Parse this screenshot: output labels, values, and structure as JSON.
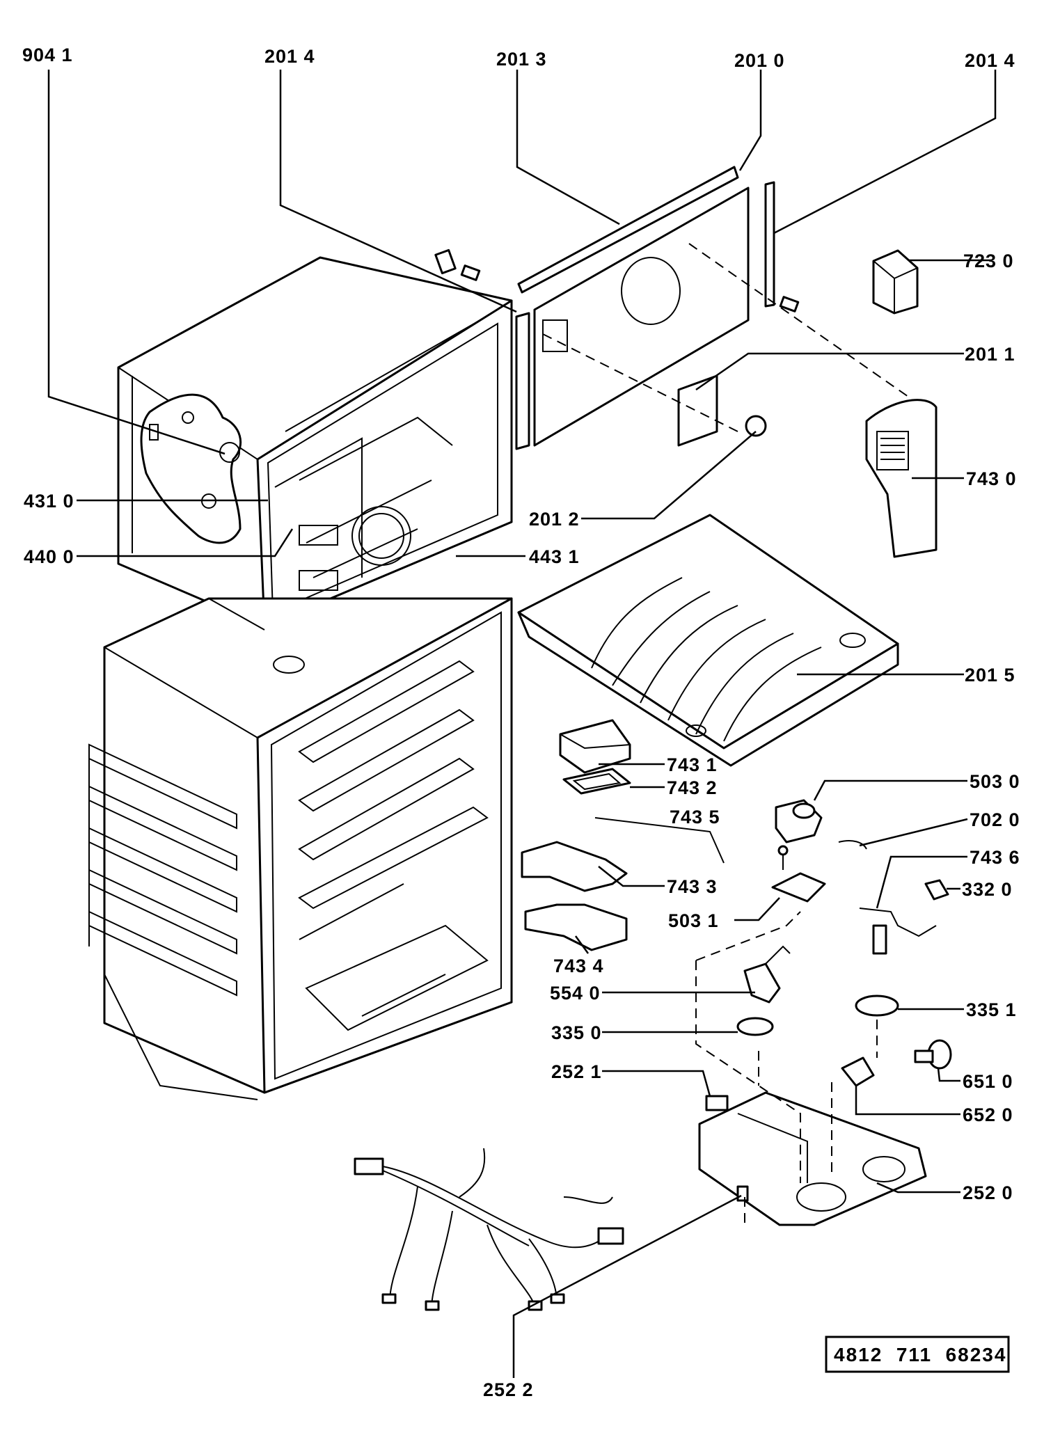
{
  "labels": [
    {
      "id": "9041",
      "text": "904 1"
    },
    {
      "id": "2014a",
      "text": "201 4"
    },
    {
      "id": "2013",
      "text": "201 3"
    },
    {
      "id": "2010",
      "text": "201 0"
    },
    {
      "id": "2014b",
      "text": "201 4"
    },
    {
      "id": "7230",
      "text": "723 0"
    },
    {
      "id": "2011",
      "text": "201 1"
    },
    {
      "id": "7430",
      "text": "743 0"
    },
    {
      "id": "4310",
      "text": "431 0"
    },
    {
      "id": "2012",
      "text": "201 2"
    },
    {
      "id": "4400",
      "text": "440 0"
    },
    {
      "id": "4431",
      "text": "443 1"
    },
    {
      "id": "2015",
      "text": "201 5"
    },
    {
      "id": "7431",
      "text": "743 1"
    },
    {
      "id": "7432",
      "text": "743 2"
    },
    {
      "id": "5030",
      "text": "503 0"
    },
    {
      "id": "7435",
      "text": "743 5"
    },
    {
      "id": "7020",
      "text": "702 0"
    },
    {
      "id": "7436",
      "text": "743 6"
    },
    {
      "id": "7433",
      "text": "743 3"
    },
    {
      "id": "3320",
      "text": "332 0"
    },
    {
      "id": "5031",
      "text": "503 1"
    },
    {
      "id": "7434",
      "text": "743 4"
    },
    {
      "id": "5540",
      "text": "554 0"
    },
    {
      "id": "3351",
      "text": "335 1"
    },
    {
      "id": "3350",
      "text": "335 0"
    },
    {
      "id": "2521",
      "text": "252 1"
    },
    {
      "id": "6510",
      "text": "651 0"
    },
    {
      "id": "6520",
      "text": "652 0"
    },
    {
      "id": "2520",
      "text": "252 0"
    },
    {
      "id": "2522",
      "text": "252 2"
    }
  ],
  "document_code": "4812  711  68234"
}
